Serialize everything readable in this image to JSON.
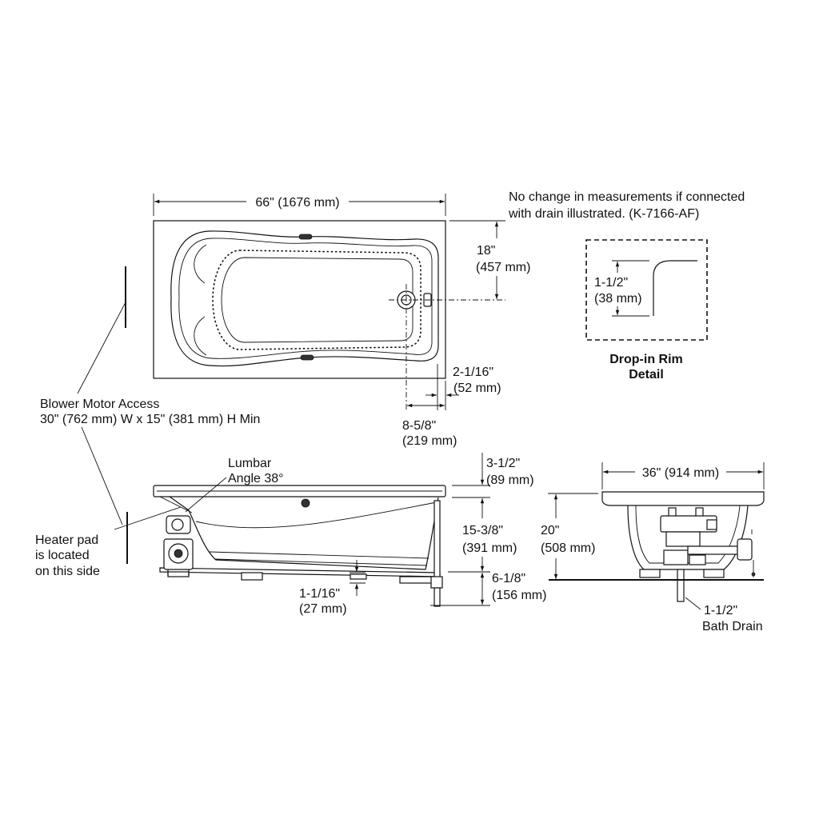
{
  "colors": {
    "line": "#111111",
    "background": "#ffffff"
  },
  "top_view": {
    "length": "66\" (1676 mm)",
    "drain_from_side": {
      "imperial": "18\"",
      "metric": "(457 mm)"
    },
    "overflow_from_end": {
      "imperial": "2-1/16\"",
      "metric": "(52 mm)"
    },
    "drain_from_end": {
      "imperial": "8-5/8\"",
      "metric": "(219 mm)"
    }
  },
  "note": {
    "line1": "No change in measurements if connected",
    "line2": "with drain illustrated. (K-7166-AF)"
  },
  "rim_detail": {
    "rim_height": {
      "imperial": "1-1/2\"",
      "metric": "(38 mm)"
    },
    "title_line1": "Drop-in Rim",
    "title_line2": "Detail"
  },
  "blower_access": {
    "line1": "Blower Motor Access",
    "line2": "30\" (762 mm) W x 15\" (381 mm) H Min"
  },
  "heater_pad": {
    "line1": "Heater pad",
    "line2": "is located",
    "line3": "on this side"
  },
  "side_view": {
    "lumbar": {
      "line1": "Lumbar",
      "line2": "Angle 38°"
    },
    "rim_to_deck": {
      "imperial": "3-1/2\"",
      "metric": "(89 mm)"
    },
    "water_depth": {
      "imperial": "15-3/8\"",
      "metric": "(391 mm)"
    },
    "base_to_floor": {
      "imperial": "6-1/8\"",
      "metric": "(156 mm)"
    },
    "foot_height": {
      "imperial": "1-1/16\"",
      "metric": "(27 mm)"
    }
  },
  "end_view": {
    "width": "36\" (914 mm)",
    "overall_height": {
      "imperial": "20\"",
      "metric": "(508 mm)"
    },
    "drain": {
      "line1": "1-1/2\"",
      "line2": "Bath Drain"
    }
  }
}
